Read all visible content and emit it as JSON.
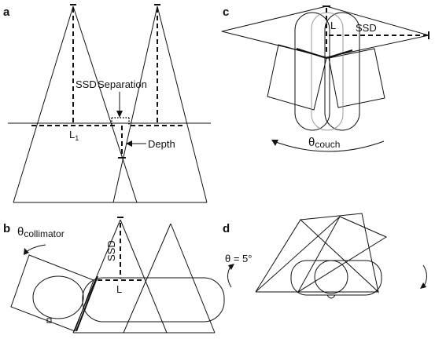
{
  "panels": {
    "a": {
      "label": "a",
      "ssd": "SSD",
      "separation": "Separation",
      "l_main": "L",
      "l_sub": "1",
      "depth": "Depth"
    },
    "b": {
      "label": "b",
      "theta": "θ",
      "theta_sub": "collimator",
      "ssd": "SSD",
      "l": "L"
    },
    "c": {
      "label": "c",
      "l": "L",
      "ssd": "SSD",
      "theta": "θ",
      "theta_sub": "couch"
    },
    "d": {
      "label": "d",
      "theta": "θ = 5°"
    }
  }
}
